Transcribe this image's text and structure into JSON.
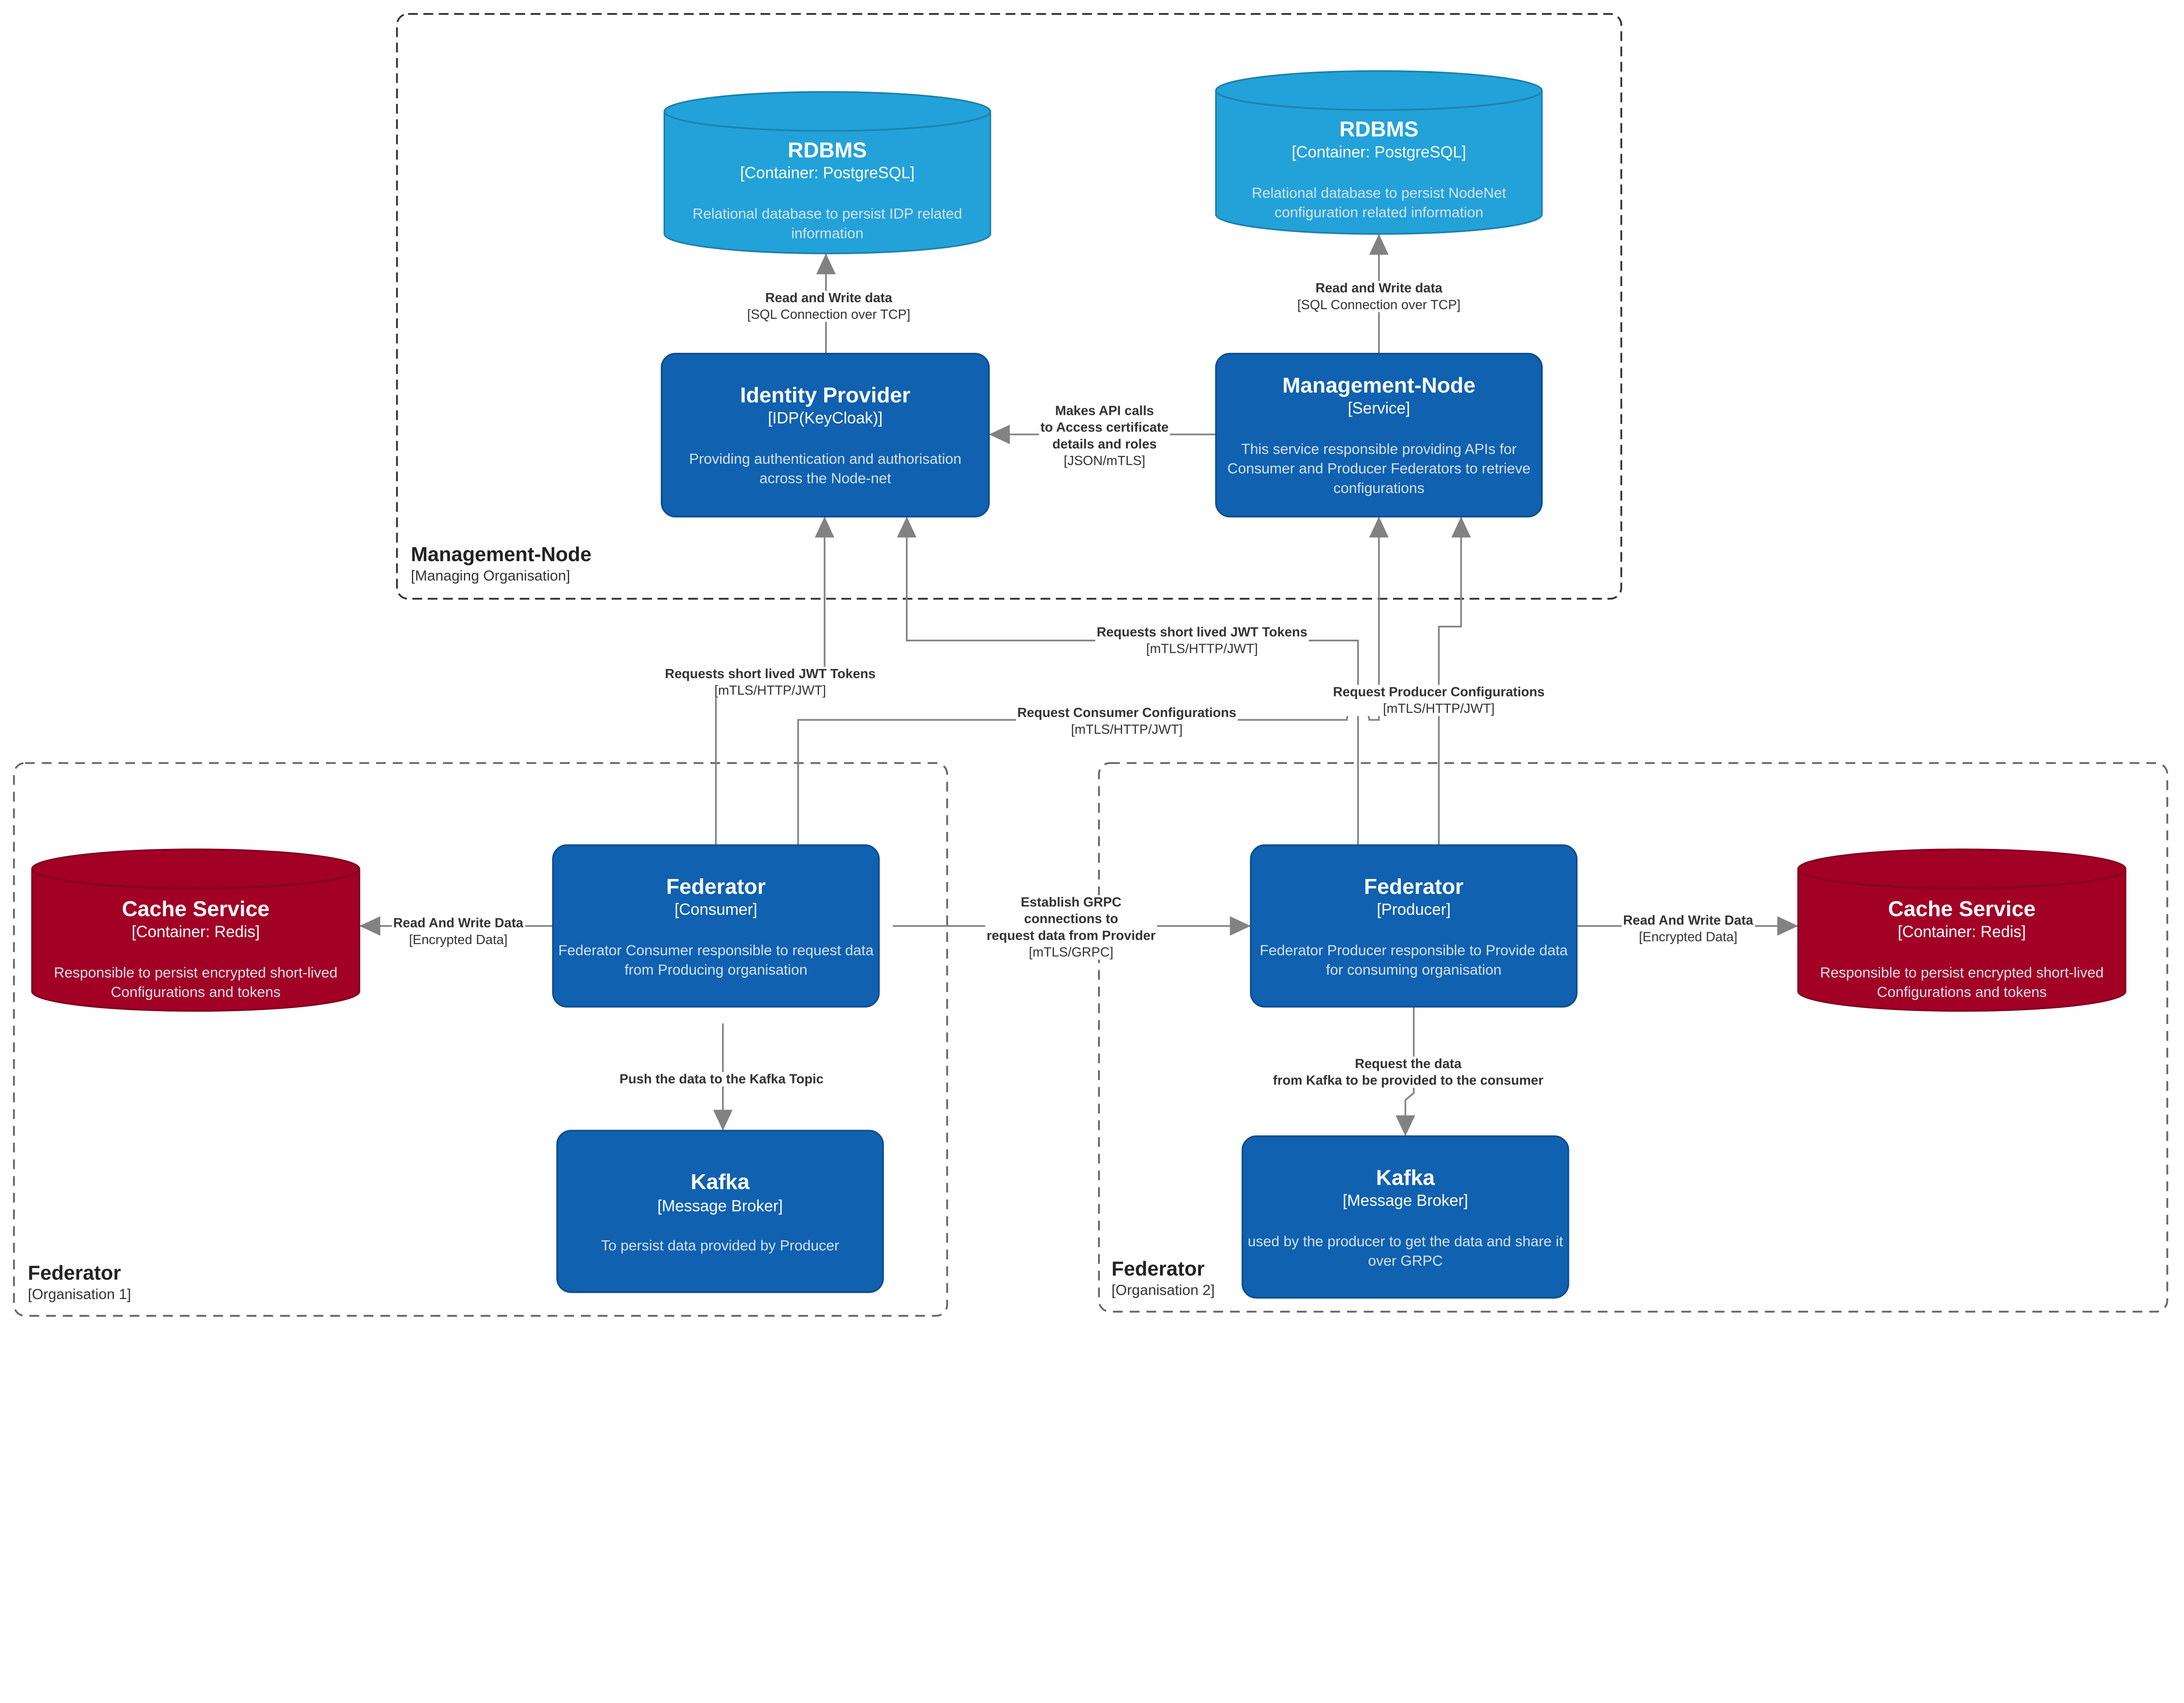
{
  "colors": {
    "database_blue": "#23a2d9",
    "service_blue": "#1061b0",
    "cache_red": "#a20025",
    "edge_gray": "#828282"
  },
  "boundaries": [
    {
      "id": "mgmt",
      "label": "Management-Node",
      "sublabel": "[Managing Organisation]"
    },
    {
      "id": "fed1",
      "label": "Federator",
      "sublabel": "[Organisation 1]"
    },
    {
      "id": "fed2",
      "label": "Federator",
      "sublabel": "[Organisation 2]"
    }
  ],
  "nodes": [
    {
      "id": "rdbms-idp",
      "shape": "cylinder",
      "color": "#23a2d9",
      "title": "RDBMS",
      "sub": "[Container: PostgreSQL]",
      "desc": [
        "Relational database to persist IDP related",
        "information"
      ]
    },
    {
      "id": "rdbms-mgmt",
      "shape": "cylinder",
      "color": "#23a2d9",
      "title": "RDBMS",
      "sub": "[Container: PostgreSQL]",
      "desc": [
        "Relational database to persist NodeNet",
        "configuration related information"
      ]
    },
    {
      "id": "identity-provider",
      "shape": "box",
      "color": "#1061b0",
      "title": "Identity Provider",
      "sub": "[IDP(KeyCloak)]",
      "desc": [
        "Providing authentication and authorisation",
        "across the Node-net"
      ]
    },
    {
      "id": "management-node",
      "shape": "box",
      "color": "#1061b0",
      "title": "Management-Node",
      "sub": "[Service]",
      "desc": [
        "This service responsible providing APIs for",
        "Consumer and Producer Federators to retrieve",
        "configurations"
      ]
    },
    {
      "id": "cache-1",
      "shape": "cylinder",
      "color": "#a20025",
      "title": "Cache Service",
      "sub": "[Container: Redis]",
      "desc": [
        "Responsible to persist encrypted short-lived",
        "Configurations and tokens"
      ]
    },
    {
      "id": "federator-consumer",
      "shape": "box",
      "color": "#1061b0",
      "title": "Federator",
      "sub": "[Consumer]",
      "desc": [
        "Federator Consumer responsible to request data",
        "from Producing organisation"
      ]
    },
    {
      "id": "kafka-1",
      "shape": "box",
      "color": "#1061b0",
      "title": "Kafka",
      "sub": "[Message Broker]",
      "desc": [
        "To persist data provided by Producer"
      ]
    },
    {
      "id": "federator-producer",
      "shape": "box",
      "color": "#1061b0",
      "title": "Federator",
      "sub": "[Producer]",
      "desc": [
        "Federator Producer responsible to Provide data",
        "for consuming organisation"
      ]
    },
    {
      "id": "cache-2",
      "shape": "cylinder",
      "color": "#a20025",
      "title": "Cache Service",
      "sub": "[Container: Redis]",
      "desc": [
        "Responsible to persist encrypted short-lived",
        "Configurations and tokens"
      ]
    },
    {
      "id": "kafka-2",
      "shape": "box",
      "color": "#1061b0",
      "title": "Kafka",
      "sub": "[Message Broker]",
      "desc": [
        "used by the producer to get the data and share it",
        "over GRPC"
      ]
    }
  ],
  "edges": [
    {
      "id": "idp-to-rdbms",
      "label": [
        "Read and Write data"
      ],
      "tech": "[SQL Connection over TCP]"
    },
    {
      "id": "mgmt-to-rdbms",
      "label": [
        "Read and Write data"
      ],
      "tech": "[SQL Connection over TCP]"
    },
    {
      "id": "mgmt-to-idp",
      "label": [
        "Makes API calls",
        "to Access certificate",
        "details and roles"
      ],
      "tech": "[JSON/mTLS]"
    },
    {
      "id": "consumer-to-idp",
      "label": [
        "Requests short lived JWT Tokens"
      ],
      "tech": "[mTLS/HTTP/JWT]"
    },
    {
      "id": "producer-to-idp",
      "label": [
        "Requests short lived JWT Tokens"
      ],
      "tech": "[mTLS/HTTP/JWT]"
    },
    {
      "id": "consumer-to-mgmt",
      "label": [
        "Request Consumer Configurations"
      ],
      "tech": "[mTLS/HTTP/JWT]"
    },
    {
      "id": "producer-to-mgmt",
      "label": [
        "Request Producer Configurations"
      ],
      "tech": "[mTLS/HTTP/JWT]"
    },
    {
      "id": "consumer-to-cache",
      "label": [
        "Read And Write Data"
      ],
      "tech": "[Encrypted Data]"
    },
    {
      "id": "consumer-to-producer",
      "label": [
        "Establish GRPC",
        "connections to",
        "request data from Provider"
      ],
      "tech": "[mTLS/GRPC]"
    },
    {
      "id": "consumer-to-kafka",
      "label": [
        "Push the data to the Kafka Topic"
      ],
      "tech": ""
    },
    {
      "id": "producer-to-cache",
      "label": [
        "Read And Write Data"
      ],
      "tech": "[Encrypted Data]"
    },
    {
      "id": "producer-to-kafka",
      "label": [
        "Request the data",
        "from Kafka to be provided to the consumer"
      ],
      "tech": ""
    }
  ]
}
